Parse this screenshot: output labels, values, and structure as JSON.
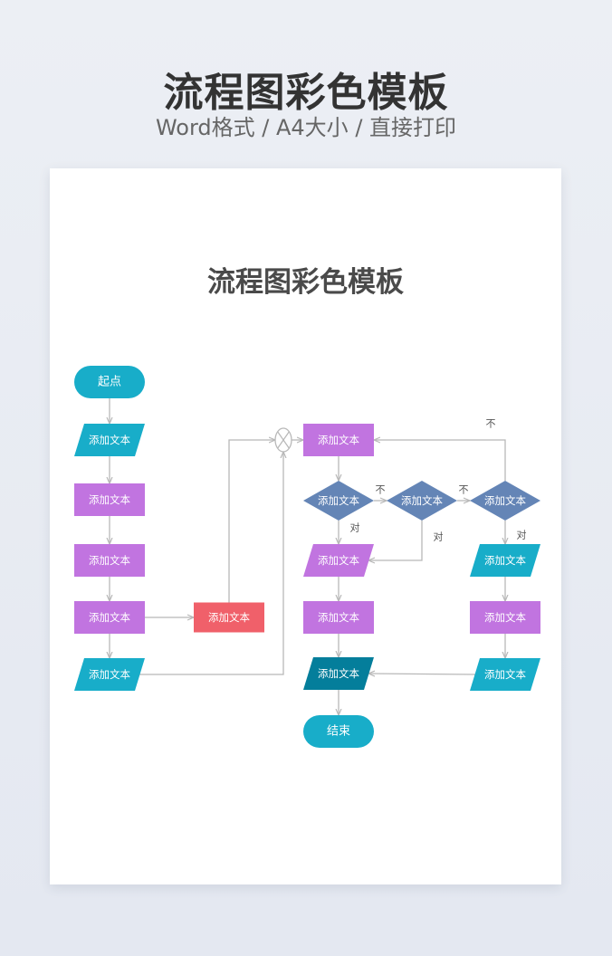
{
  "header": {
    "title": "流程图彩色模板",
    "subtitle": "Word格式 / A4大小 / 直接打印"
  },
  "document": {
    "title": "流程图彩色模板"
  },
  "colors": {
    "teal": "#18adc9",
    "purple": "#c174e0",
    "red": "#f0606a",
    "blue_diamond": "#6485b6",
    "dark_teal": "#047e9b",
    "connector": "#b8b8b8"
  },
  "flowchart": {
    "nodes": {
      "start": {
        "label": "起点",
        "shape": "terminal",
        "color": "teal"
      },
      "l1": {
        "label": "添加文本",
        "shape": "parallelogram",
        "color": "teal"
      },
      "l2": {
        "label": "添加文本",
        "shape": "rect",
        "color": "purple"
      },
      "l3": {
        "label": "添加文本",
        "shape": "rect",
        "color": "purple"
      },
      "l4": {
        "label": "添加文本",
        "shape": "rect",
        "color": "purple"
      },
      "l5": {
        "label": "添加文本",
        "shape": "parallelogram",
        "color": "teal"
      },
      "red": {
        "label": "添加文本",
        "shape": "rect",
        "color": "red"
      },
      "junction": {
        "label": "",
        "shape": "summing-junction",
        "color": "connector"
      },
      "m1": {
        "label": "添加文本",
        "shape": "rect",
        "color": "purple"
      },
      "d1": {
        "label": "添加文本",
        "shape": "diamond",
        "color": "blue_diamond"
      },
      "d2": {
        "label": "添加文本",
        "shape": "diamond",
        "color": "blue_diamond"
      },
      "d3": {
        "label": "添加文本",
        "shape": "diamond",
        "color": "blue_diamond"
      },
      "m2": {
        "label": "添加文本",
        "shape": "parallelogram",
        "color": "purple"
      },
      "m3": {
        "label": "添加文本",
        "shape": "rect",
        "color": "purple"
      },
      "m4": {
        "label": "添加文本",
        "shape": "parallelogram",
        "color": "dark_teal"
      },
      "end": {
        "label": "结束",
        "shape": "terminal",
        "color": "teal"
      },
      "r1": {
        "label": "添加文本",
        "shape": "parallelogram",
        "color": "teal"
      },
      "r2": {
        "label": "添加文本",
        "shape": "rect",
        "color": "purple"
      },
      "r3": {
        "label": "添加文本",
        "shape": "parallelogram",
        "color": "teal"
      }
    },
    "edges": [
      {
        "from": "start",
        "to": "l1",
        "label": ""
      },
      {
        "from": "l1",
        "to": "l2",
        "label": ""
      },
      {
        "from": "l2",
        "to": "l3",
        "label": ""
      },
      {
        "from": "l3",
        "to": "l4",
        "label": ""
      },
      {
        "from": "l4",
        "to": "l5",
        "label": ""
      },
      {
        "from": "l4",
        "to": "red",
        "label": ""
      },
      {
        "from": "red",
        "to": "junction",
        "label": ""
      },
      {
        "from": "l5",
        "to": "junction",
        "label": ""
      },
      {
        "from": "junction",
        "to": "m1",
        "label": ""
      },
      {
        "from": "m1",
        "to": "d1",
        "label": ""
      },
      {
        "from": "d1",
        "to": "d2",
        "label": "不"
      },
      {
        "from": "d2",
        "to": "d3",
        "label": "不"
      },
      {
        "from": "d3",
        "to": "m1",
        "label": "不"
      },
      {
        "from": "d1",
        "to": "m2",
        "label": "对"
      },
      {
        "from": "d2",
        "to": "m2",
        "label": "对"
      },
      {
        "from": "d3",
        "to": "r1",
        "label": "对"
      },
      {
        "from": "m2",
        "to": "m3",
        "label": ""
      },
      {
        "from": "m3",
        "to": "m4",
        "label": ""
      },
      {
        "from": "m4",
        "to": "end",
        "label": ""
      },
      {
        "from": "r1",
        "to": "r2",
        "label": ""
      },
      {
        "from": "r2",
        "to": "r3",
        "label": ""
      },
      {
        "from": "r3",
        "to": "m4",
        "label": ""
      }
    ]
  }
}
